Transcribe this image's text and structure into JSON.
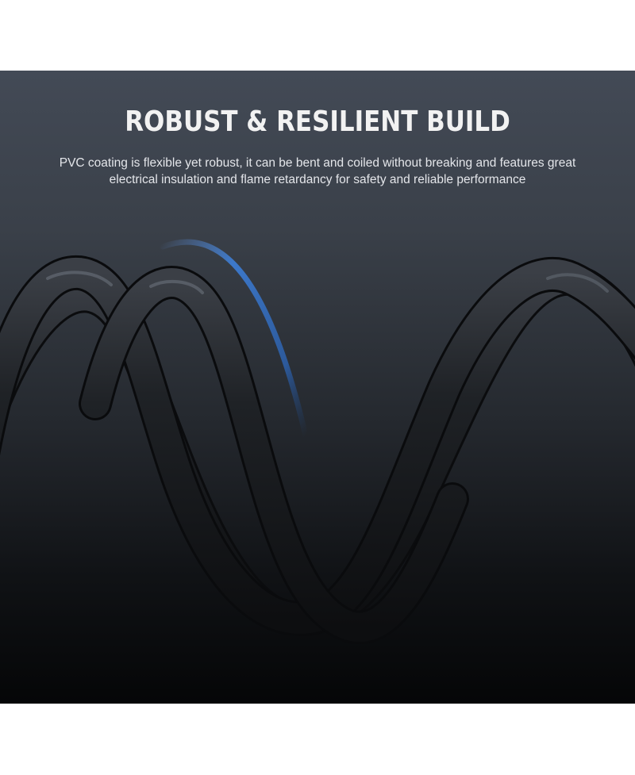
{
  "banner": {
    "headline": "ROBUST & RESILIENT BUILD",
    "description_line1": "PVC coating is flexible yet robust, it can be bent and coiled without breaking and features great",
    "description_line2": "electrical insulation and flame retardancy for safety and reliable performance"
  },
  "image": {
    "subject": "coiled-black-cable",
    "accent_color": "#3d7fd9",
    "cable_color": "#1c1e22"
  }
}
